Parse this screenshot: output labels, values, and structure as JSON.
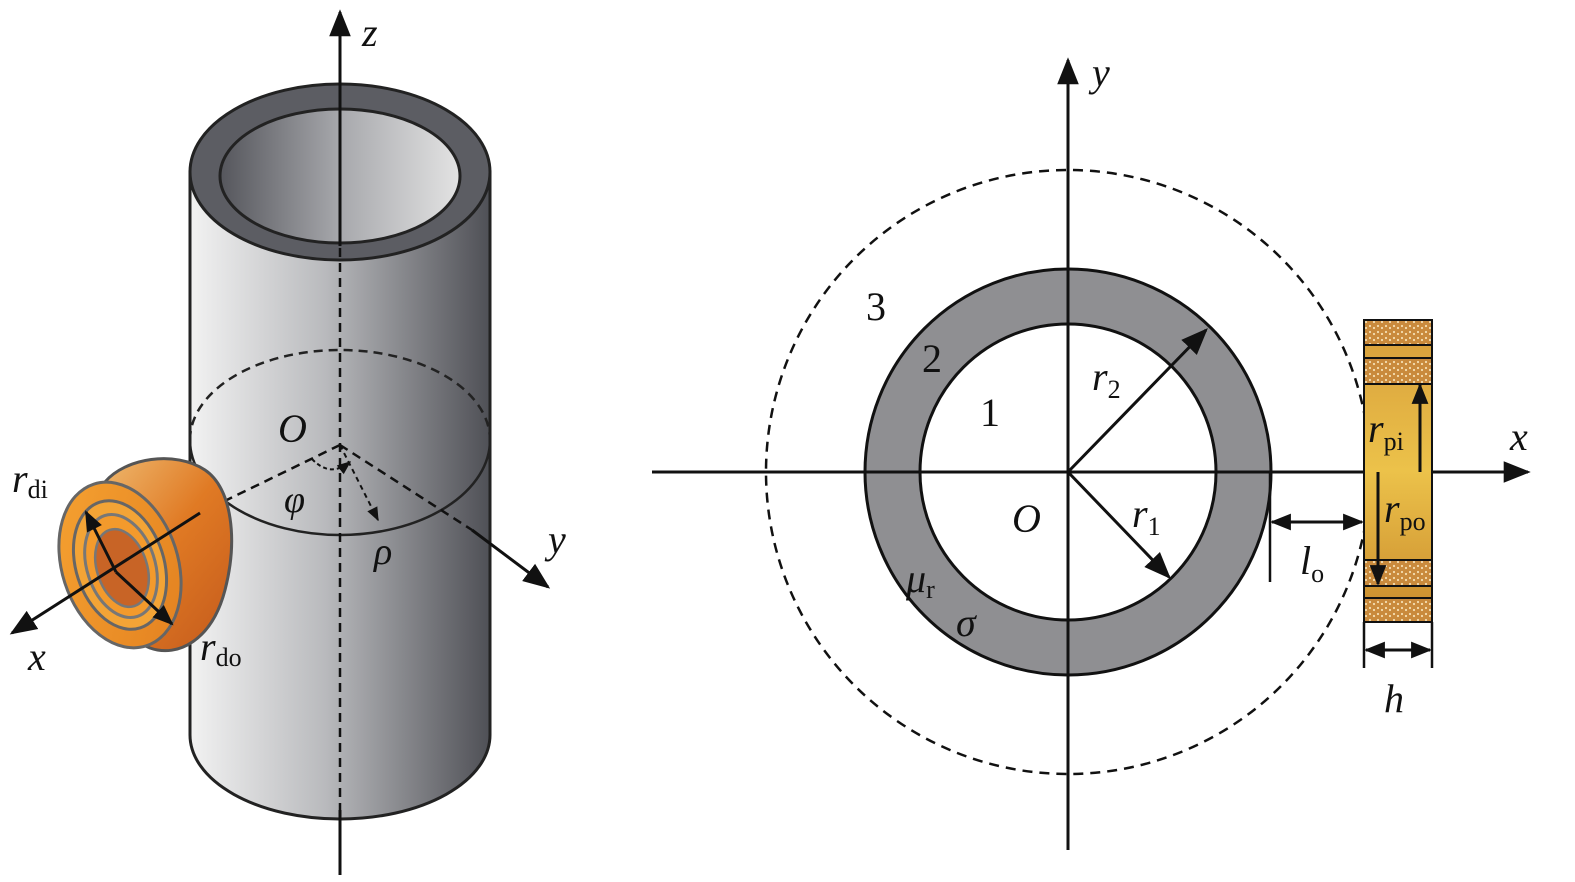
{
  "left": {
    "axes": {
      "z": "z",
      "y": "y",
      "x": "x"
    },
    "origin": "O",
    "phi": "φ",
    "rho": "ρ",
    "coil_inner_radius": {
      "symbol": "r",
      "sub": "di"
    },
    "coil_outer_radius": {
      "symbol": "r",
      "sub": "do"
    }
  },
  "right": {
    "axes": {
      "y": "y",
      "x": "x"
    },
    "origin": "O",
    "regions": {
      "one": "1",
      "two": "2",
      "three": "3"
    },
    "mu": {
      "symbol": "μ",
      "sub": "r"
    },
    "sigma": "σ",
    "r1": {
      "symbol": "r",
      "sub": "1"
    },
    "r2": {
      "symbol": "r",
      "sub": "2"
    },
    "lift_off": {
      "symbol": "l",
      "sub": "o"
    },
    "probe_inner_radius": {
      "symbol": "r",
      "sub": "pi"
    },
    "probe_outer_radius": {
      "symbol": "r",
      "sub": "po"
    },
    "height": "h"
  },
  "colors": {
    "pipe_light": "#ededed",
    "pipe_dark": "#56575d",
    "annulus": "#8e8e91",
    "coil_orange": "#e98a22",
    "coil_dark": "#c7601e",
    "probe_gold": "#e3ad3a",
    "probe_dark": "#b5711d"
  }
}
